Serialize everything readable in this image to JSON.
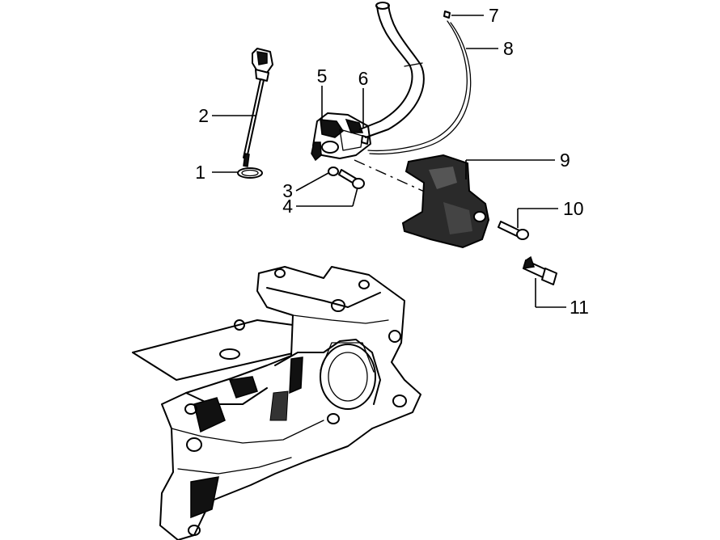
{
  "callouts": [
    {
      "id": "1",
      "label": "1"
    },
    {
      "id": "2",
      "label": "2"
    },
    {
      "id": "3",
      "label": "3"
    },
    {
      "id": "4",
      "label": "4"
    },
    {
      "id": "5",
      "label": "5"
    },
    {
      "id": "6",
      "label": "6"
    },
    {
      "id": "7",
      "label": "7"
    },
    {
      "id": "8",
      "label": "8"
    },
    {
      "id": "9",
      "label": "9"
    },
    {
      "id": "10",
      "label": "10"
    },
    {
      "id": "11",
      "label": "11"
    }
  ],
  "colors": {
    "ink": "#000000",
    "background": "#ffffff",
    "solid": "#111111"
  }
}
